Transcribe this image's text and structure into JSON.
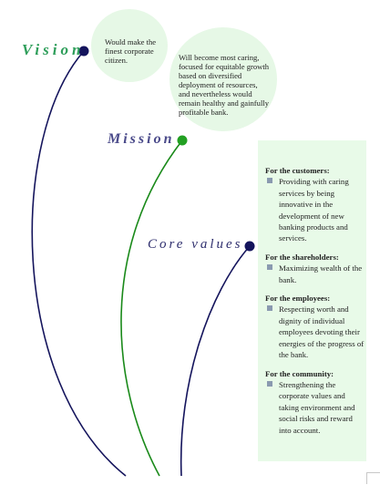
{
  "vision": {
    "label": "Vision",
    "text": "Would make the finest corporate citizen."
  },
  "mission": {
    "label": "Mission",
    "text": "Will become most caring, focused for equitable growth based on diversified deployment of resources, and nevertheless would remain healthy and gainfully profitable bank."
  },
  "core_values": {
    "label": "Core values",
    "groups": [
      {
        "heading": "For the customers:",
        "items": [
          "Providing with caring services by being innovative in the development of new banking products and services."
        ]
      },
      {
        "heading": "For the shareholders:",
        "items": [
          "Maximizing wealth of the bank."
        ]
      },
      {
        "heading": "For the employees:",
        "items": [
          "Respecting worth and dignity of individual employees devoting their energies of the progress of the bank."
        ]
      },
      {
        "heading": "For the community:",
        "items": [
          "Strengthening the corporate values and taking environment and social risks and reward into account."
        ]
      }
    ]
  },
  "colors": {
    "vision_arc": "#14145c",
    "mission_arc": "#1a8a1a",
    "core_arc": "#14145c",
    "vision_dot": "#14145c",
    "mission_dot": "#22a022",
    "core_dot": "#14145c"
  }
}
